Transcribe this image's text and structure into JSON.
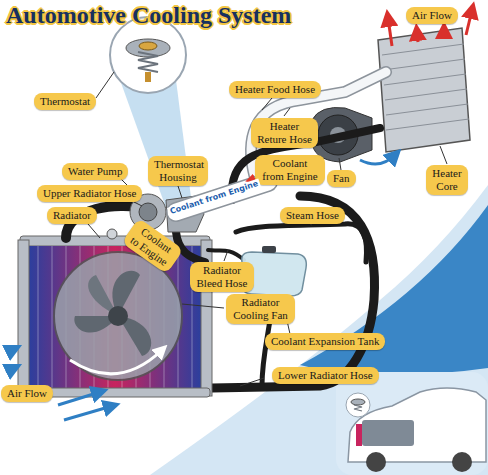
{
  "diagram": {
    "title": "Automotive Cooling System",
    "nodes": [
      {
        "text": [
          "Air Flow"
        ]
      },
      {
        "text": [
          "Thermostat"
        ]
      },
      {
        "text": [
          "Heater Food Hose"
        ]
      },
      {
        "text": [
          "Heater Reture Hose"
        ]
      },
      {
        "text": [
          "Thermostat Housing"
        ]
      },
      {
        "text": [
          "Coolant from Engine"
        ]
      },
      {
        "text": [
          "Water Pump"
        ]
      },
      {
        "text": [
          "Fan"
        ]
      },
      {
        "text": [
          "Heater Core"
        ]
      },
      {
        "text": [
          "Upper Radiator Hose"
        ]
      },
      {
        "text": [
          "Steam Hose"
        ]
      },
      {
        "text": [
          "Radiator"
        ]
      },
      {
        "text": [
          "Coolant to Engine"
        ]
      },
      {
        "text": [
          "Radiator Bleed Hose"
        ]
      },
      {
        "text": [
          "Radiator Cooling Fan"
        ]
      },
      {
        "text": [
          "Coolant Expansion Tank"
        ]
      },
      {
        "text": [
          "Lower Radiator Hose"
        ]
      },
      {
        "text": [
          "Air Flow"
        ]
      }
    ],
    "labels": [
      "Coolant from Engine"
    ]
  }
}
